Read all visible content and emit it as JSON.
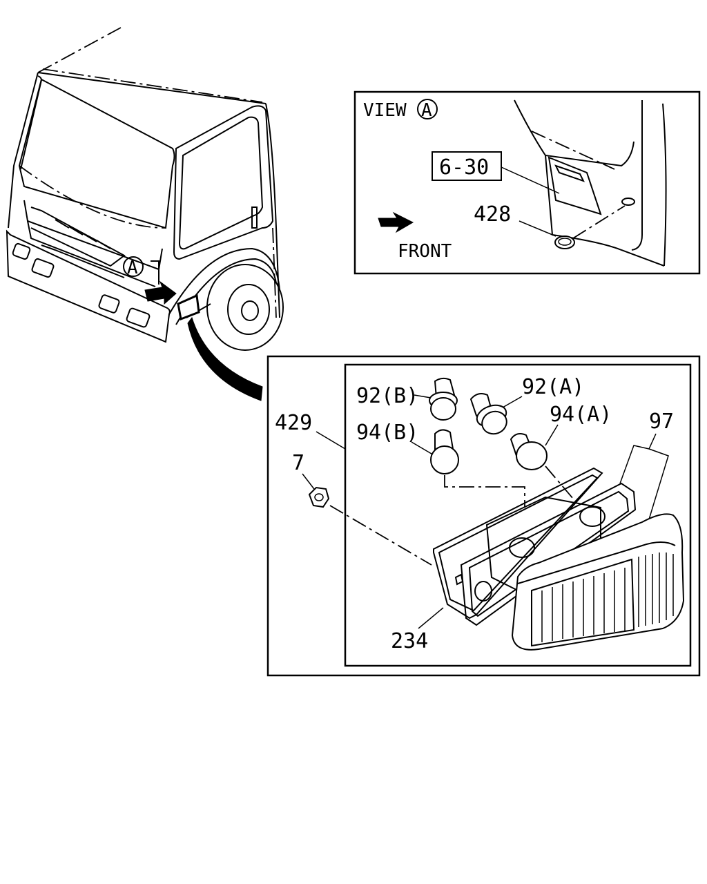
{
  "view_box": {
    "title": "VIEW",
    "circle_letter": "A",
    "ref_box": "6-30",
    "part_428": "428",
    "front_label": "FRONT"
  },
  "truck": {
    "circle_letter": "A"
  },
  "detail": {
    "part_429": "429",
    "part_7": "7",
    "part_92b": "92(B)",
    "part_92a": "92(A)",
    "part_94b": "94(B)",
    "part_94a": "94(A)",
    "part_97": "97",
    "part_234": "234"
  }
}
